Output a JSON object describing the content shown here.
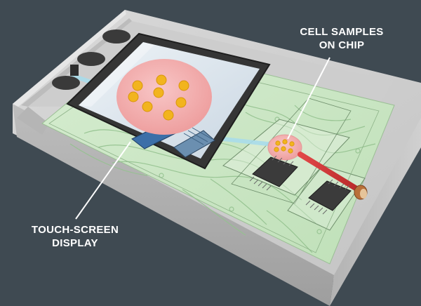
{
  "labels": {
    "cell_samples": {
      "line1": "CELL SAMPLES",
      "line2": "ON CHIP"
    },
    "touch_screen": {
      "line1": "TOUCH-SCREEN",
      "line2": "DISPLAY"
    }
  },
  "colors": {
    "background": "#3f4a52",
    "device_case": "#cfcfcf",
    "circuit_board": "#cfe7c6",
    "circuit_traces": "#9cc79a",
    "screen_frame": "#3a3a3a",
    "screen_glass": "#dde6ee",
    "sample_disc": "#f4b3b3",
    "sample_dot": "#f2b41e",
    "red_channel": "#d63a3a",
    "blue_channel": "#a9dcea",
    "chip": "#3b3b3b",
    "button": "#3a3a3a",
    "callout_text": "#ffffff"
  }
}
